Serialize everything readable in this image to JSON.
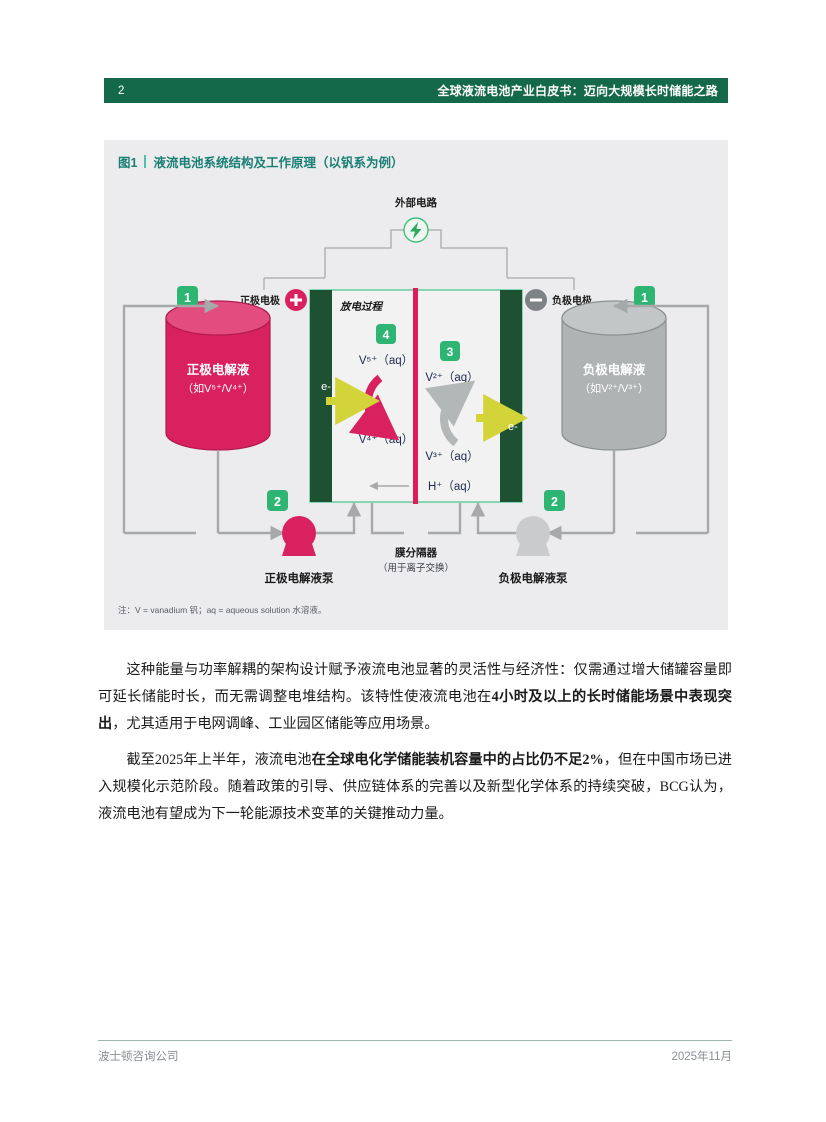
{
  "header": {
    "page_number": "2",
    "title": "全球液流电池产业白皮书：迈向大规模长时储能之路",
    "bar_color": "#14694a"
  },
  "figure": {
    "number": "图1",
    "caption": "液流电池系统结构及工作原理（以钒系为例）",
    "title_color": "#1a7f74",
    "panel_bg": "#ececee",
    "note": "注：V = vanadium 钒；aq = aqueous solution 水溶液。",
    "external_circuit_label": "外部电路",
    "positive_electrode_label": "正极电极",
    "negative_electrode_label": "负极电极",
    "positive_sign": "+",
    "negative_sign": "−",
    "discharge_label": "放电过程",
    "positive_tank": {
      "line1": "正极电解液",
      "line2": "（如V⁵⁺/V⁴⁺）",
      "badge": "1",
      "color": "#d9215f"
    },
    "negative_tank": {
      "line1": "负极电解液",
      "line2": "（如V²⁺/V³⁺）",
      "badge": "1",
      "color": "#b0b3b4"
    },
    "positive_pump": {
      "label": "正极电解液泵",
      "badge": "2",
      "color": "#d9215f"
    },
    "negative_pump": {
      "label": "负极电解液泵",
      "badge": "2",
      "color": "#c9cbcc"
    },
    "membrane": {
      "line1": "膜分隔器",
      "line2": "（用于离子交换）",
      "color": "#e01a5b"
    },
    "reactions": {
      "positive_badge": "4",
      "positive_top": "V⁵⁺（aq）",
      "positive_bottom": "V⁴⁺（aq）",
      "negative_badge": "3",
      "negative_top": "V²⁺（aq）",
      "negative_bottom": "V³⁺（aq）",
      "proton": "H⁺（aq）",
      "electron_left": "e-",
      "electron_right": "e-"
    },
    "colors": {
      "electrode_dark_green": "#1e5132",
      "badge_green": "#2fb573",
      "electron_yellow": "#d3d439",
      "pipe_gray": "#a6a8aa"
    }
  },
  "body": {
    "paragraph1_parts": [
      {
        "text": "这种能量与功率解耦的架构设计赋予液流电池显著的灵活性与经济性：仅需通过增大储罐容量即可延长储能时长，而无需调整电堆结构。该特性使液流电池在",
        "bold": false
      },
      {
        "text": "4小时及以上的长时储能场景中表现突出",
        "bold": true
      },
      {
        "text": "，尤其适用于电网调峰、工业园区储能等应用场景。",
        "bold": false
      }
    ],
    "paragraph2_parts": [
      {
        "text": "截至2025年上半年，液流电池",
        "bold": false
      },
      {
        "text": "在全球电化学储能装机容量中的占比仍不足2%",
        "bold": true
      },
      {
        "text": "，但在中国市场已进入规模化示范阶段。随着政策的引导、供应链体系的完善以及新型化学体系的持续突破，BCG认为，液流电池有望成为下一轮能源技术变革的关键推动力量。",
        "bold": false
      }
    ]
  },
  "footer": {
    "left": "波士顿咨询公司",
    "right": "2025年11月"
  }
}
